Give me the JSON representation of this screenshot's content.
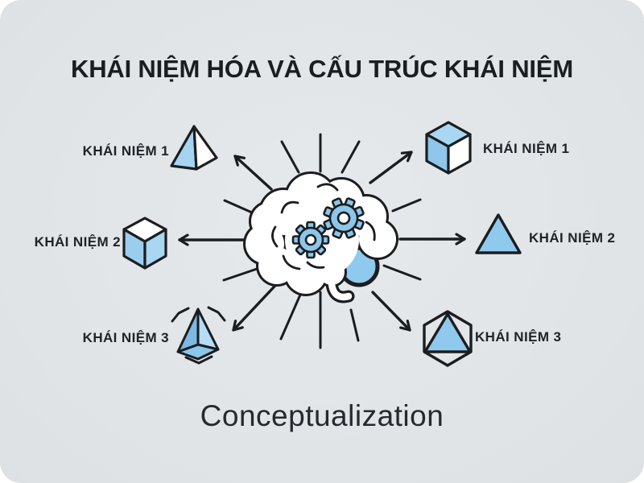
{
  "title": "KHÁI NIỆM HÓA VÀ CẤU TRÚC KHÁI NIỆM",
  "caption": "Conceptualization",
  "center": {
    "icon": "brain-gears-icon"
  },
  "concepts": {
    "left": [
      {
        "label": "KHÁI NIỆM 1",
        "icon": "pyramid-icon"
      },
      {
        "label": "KHÁI NIỆM 2",
        "icon": "cube-icon"
      },
      {
        "label": "KHÁI NIỆM 3",
        "icon": "tetrahedron-target-icon"
      }
    ],
    "right": [
      {
        "label": "KHÁI NIỆM 1",
        "icon": "cube-icon"
      },
      {
        "label": "KHÁI NIỆM 2",
        "icon": "triangle-icon"
      },
      {
        "label": "KHÁI NIỆM 3",
        "icon": "hexagon-triangle-icon"
      }
    ]
  },
  "colors": {
    "background": "#e1e5e7",
    "outline": "#1b1d20",
    "blue": "#8fc9ed",
    "blue_light": "#b5dcf4",
    "blue_dark": "#7db9e3",
    "blue_soft": "#a5d4f0",
    "text": "#1b1e21"
  }
}
